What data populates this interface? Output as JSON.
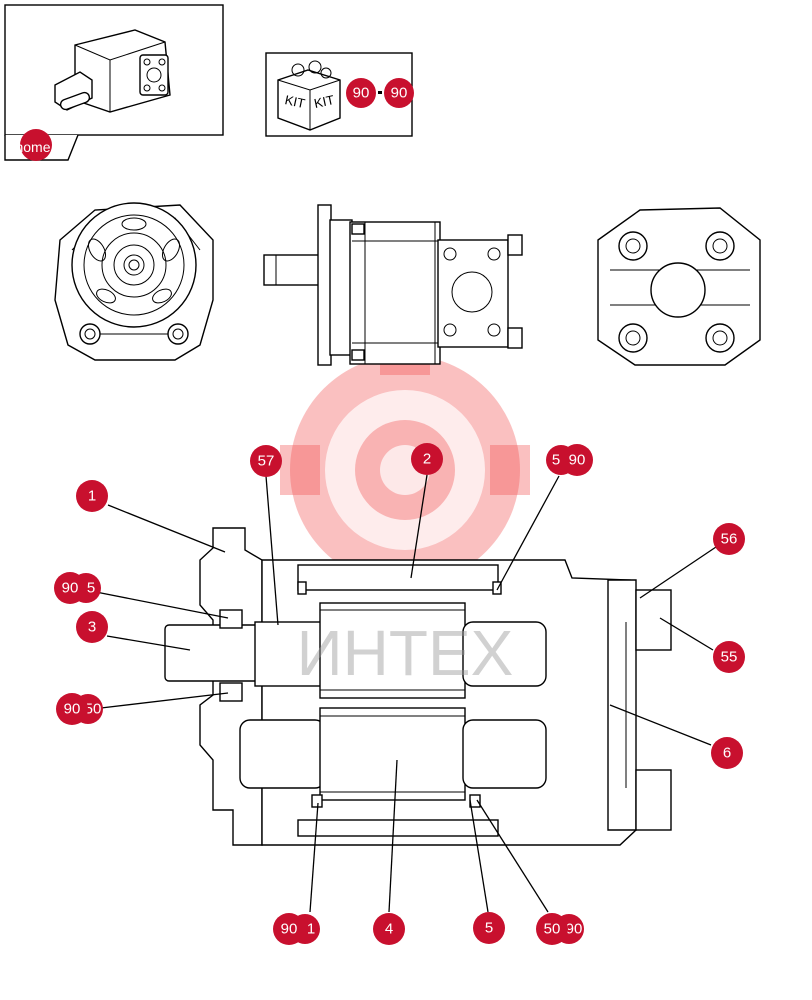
{
  "thumbnail": {
    "home_label": "home"
  },
  "kit": {
    "box_label_1": "KIT",
    "box_label_2": "KIT",
    "refs": [
      "90",
      "90"
    ]
  },
  "watermark": {
    "text": "ИНТЕХ"
  },
  "callouts": [
    {
      "id": "57",
      "label": "57"
    },
    {
      "id": "2",
      "label": "2"
    },
    {
      "id": "5-90-top",
      "label": "5",
      "extra": "90"
    },
    {
      "id": "1",
      "label": "1"
    },
    {
      "id": "90-5-left",
      "label": "90",
      "extra": "5"
    },
    {
      "id": "3",
      "label": "3"
    },
    {
      "id": "90-50-left",
      "label": "90",
      "extra": "50"
    },
    {
      "id": "56",
      "label": "56"
    },
    {
      "id": "55",
      "label": "55"
    },
    {
      "id": "6",
      "label": "6"
    },
    {
      "id": "90-1-bottom",
      "label": "90",
      "extra": "1"
    },
    {
      "id": "4",
      "label": "4"
    },
    {
      "id": "5-bottom",
      "label": "5"
    },
    {
      "id": "50-90-bottom",
      "label": "50",
      "extra": "90"
    }
  ]
}
